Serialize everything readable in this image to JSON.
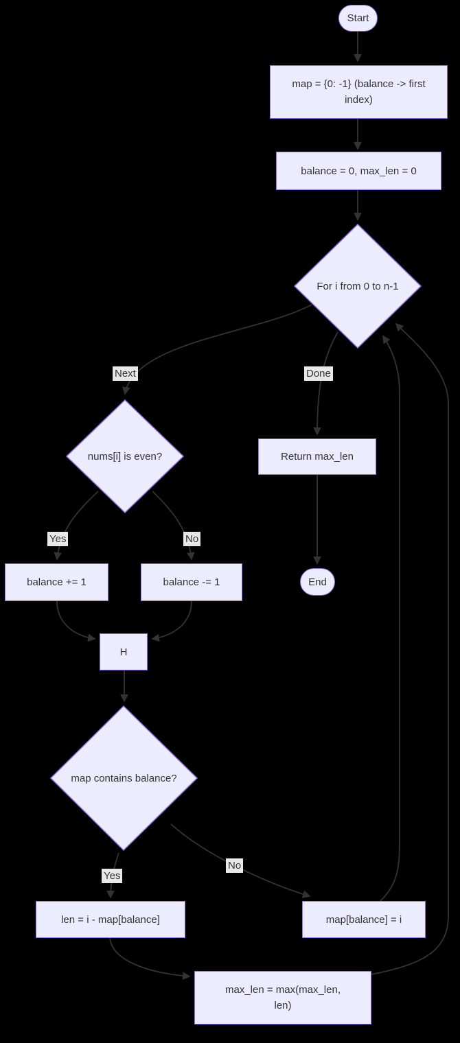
{
  "diagram": {
    "type": "flowchart",
    "background_color": "#000000",
    "node_fill": "#ECECFF",
    "node_border": "#9370DB",
    "edge_color": "#333333",
    "edge_label_bg": "#e8e8e8",
    "nodes": {
      "start": {
        "label": "Start",
        "shape": "stadium"
      },
      "init_map": {
        "label": "map = {0: -1} (balance -> first index)",
        "shape": "rect"
      },
      "init_vars": {
        "label": "balance = 0, max_len = 0",
        "shape": "rect"
      },
      "loop": {
        "label": "For i from 0 to n-1",
        "shape": "diamond"
      },
      "even_check": {
        "label": "nums[i] is even?",
        "shape": "diamond"
      },
      "inc_balance": {
        "label": "balance += 1",
        "shape": "rect"
      },
      "dec_balance": {
        "label": "balance -= 1",
        "shape": "rect"
      },
      "merge": {
        "label": "H",
        "shape": "rect"
      },
      "contains_check": {
        "label": "map contains balance?",
        "shape": "diamond"
      },
      "calc_len": {
        "label": "len = i - map[balance]",
        "shape": "rect"
      },
      "set_map": {
        "label": "map[balance] = i",
        "shape": "rect"
      },
      "update_max": {
        "label": "max_len = max(max_len, len)",
        "shape": "rect"
      },
      "return_max": {
        "label": "Return max_len",
        "shape": "rect"
      },
      "end": {
        "label": "End",
        "shape": "stadium"
      }
    },
    "edge_labels": {
      "next": "Next",
      "done": "Done",
      "yes1": "Yes",
      "no1": "No",
      "yes2": "Yes",
      "no2": "No"
    }
  }
}
